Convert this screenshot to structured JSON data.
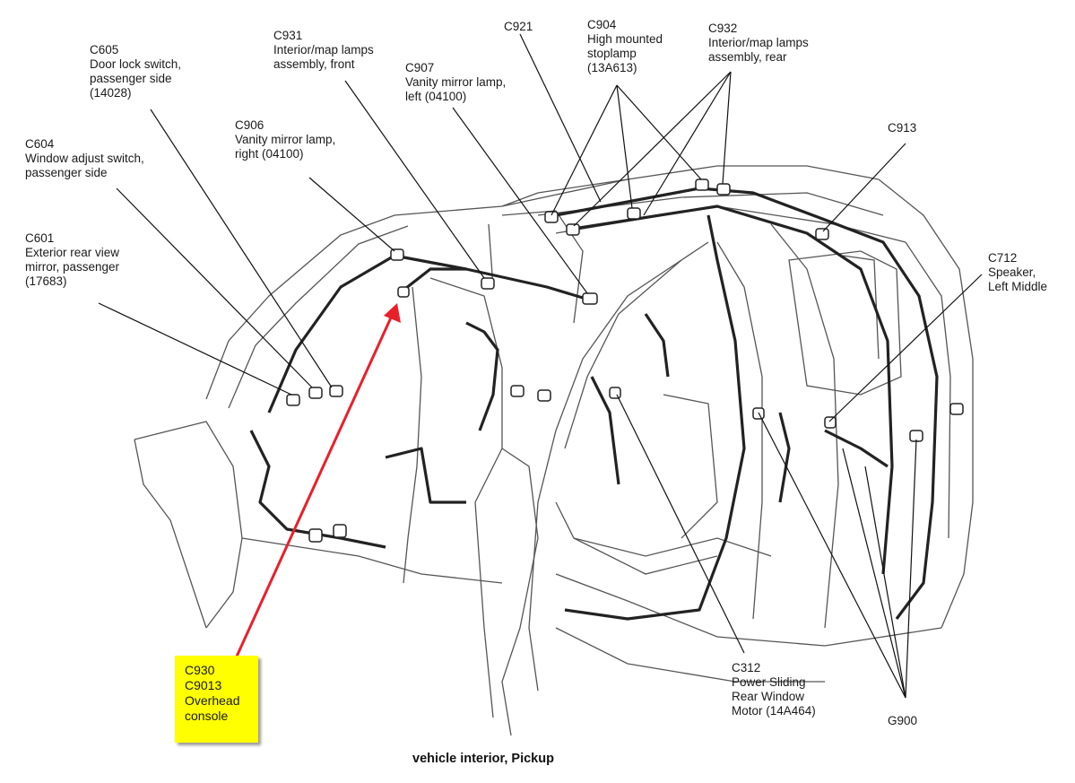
{
  "caption": "vehicle interior, Pickup",
  "highlight_color": "#ffff00",
  "arrow_color": "#e8202a",
  "callouts": [
    {
      "id": "c605",
      "lines": [
        "C605",
        "Door lock switch,",
        "passenger side",
        "(14028)"
      ]
    },
    {
      "id": "c604",
      "lines": [
        "C604",
        "Window adjust switch,",
        "passenger side"
      ]
    },
    {
      "id": "c601",
      "lines": [
        "C601",
        "Exterior rear view",
        "mirror, passenger",
        "(17683)"
      ]
    },
    {
      "id": "c931",
      "lines": [
        "C931",
        "Interior/map lamps",
        "assembly, front"
      ]
    },
    {
      "id": "c906",
      "lines": [
        "C906",
        "Vanity mirror lamp,",
        "right (04100)"
      ]
    },
    {
      "id": "c907",
      "lines": [
        "C907",
        "Vanity mirror lamp,",
        "left (04100)"
      ]
    },
    {
      "id": "c921",
      "lines": [
        "C921"
      ]
    },
    {
      "id": "c904",
      "lines": [
        "C904",
        "High mounted",
        "stoplamp",
        "(13A613)"
      ]
    },
    {
      "id": "c932",
      "lines": [
        "C932",
        "Interior/map lamps",
        "assembly, rear"
      ]
    },
    {
      "id": "c913",
      "lines": [
        "C913"
      ]
    },
    {
      "id": "c712",
      "lines": [
        "C712",
        "Speaker,",
        "Left Middle"
      ]
    },
    {
      "id": "c312",
      "lines": [
        "C312",
        "Power Sliding",
        "Rear Window",
        "Motor (14A464)"
      ]
    },
    {
      "id": "g900",
      "lines": [
        "G900"
      ]
    }
  ],
  "highlight_callout": {
    "lines": [
      "C930",
      "C9013",
      "Overhead",
      "console"
    ]
  }
}
